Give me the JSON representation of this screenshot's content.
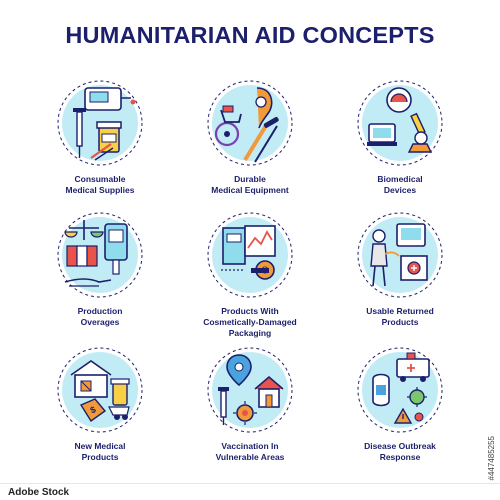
{
  "title": "HUMANITARIAN AID CONCEPTS",
  "colors": {
    "navy": "#1c1f6b",
    "cyan": "#8fdcec",
    "red": "#e8534a",
    "orange": "#f29a3a",
    "yellow": "#f7d046",
    "green": "#7bc86c"
  },
  "concepts": [
    {
      "icon": "medical-supplies-icon",
      "caption": [
        "Consumable",
        "Medical Supplies"
      ]
    },
    {
      "icon": "medical-equipment-icon",
      "caption": [
        "Durable",
        "Medical Equipment"
      ]
    },
    {
      "icon": "biomedical-devices-icon",
      "caption": [
        "Biomedical",
        "Devices"
      ]
    },
    {
      "icon": "production-overages-icon",
      "caption": [
        "Production",
        "Overages"
      ]
    },
    {
      "icon": "damaged-packaging-icon",
      "caption": [
        "Products With",
        "Cosmetically-Damaged",
        "Packaging"
      ]
    },
    {
      "icon": "returned-products-icon",
      "caption": [
        "Usable Returned",
        "Products"
      ]
    },
    {
      "icon": "new-medical-products-icon",
      "caption": [
        "New Medical",
        "Products"
      ]
    },
    {
      "icon": "vaccination-icon",
      "caption": [
        "Vaccination In",
        "Vulnerable Areas"
      ]
    },
    {
      "icon": "disease-outbreak-icon",
      "caption": [
        "Disease Outbreak",
        "Response"
      ]
    }
  ],
  "stock": {
    "logo": "Adobe Stock",
    "id": "#447485255"
  }
}
